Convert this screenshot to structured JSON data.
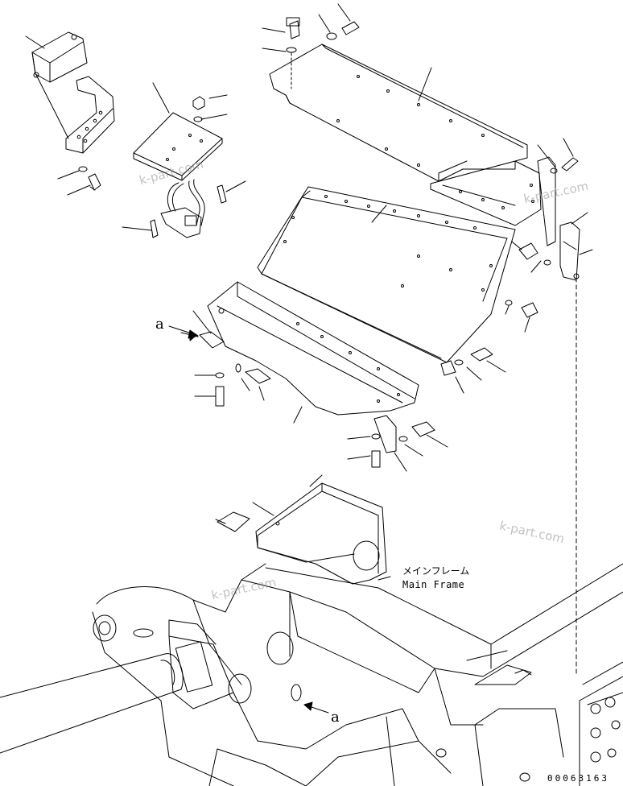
{
  "diagram": {
    "main_frame_label_jp": "メインフレーム",
    "main_frame_label_en": "Main Frame",
    "view_ref_upper": "a",
    "view_ref_lower": "a",
    "watermarks": [
      "k-part.com",
      "k-part.com",
      "k-part.com",
      "k-part.com"
    ],
    "drawing_number": "00063163",
    "line_color": "#000000",
    "background": "#ffffff"
  }
}
